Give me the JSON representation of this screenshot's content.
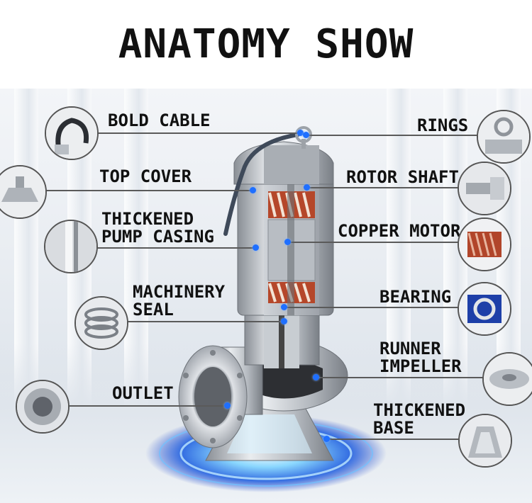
{
  "title": "ANATOMY SHOW",
  "labels": {
    "bold_cable": "BOLD CABLE",
    "top_cover": "TOP COVER",
    "thickened_pump_casing_1": "THICKENED",
    "thickened_pump_casing_2": "PUMP CASING",
    "machinery_seal_1": "MACHINERY",
    "machinery_seal_2": "SEAL",
    "outlet": "OUTLET",
    "rings": "RINGS",
    "rotor_shaft": "ROTOR SHAFT",
    "copper_motor": "COPPER MOTOR",
    "bearing": "BEARING",
    "runner_impeller_1": "RUNNER",
    "runner_impeller_2": "IMPELLER",
    "thickened_base_1": "THICKENED",
    "thickened_base_2": "BASE"
  },
  "colors": {
    "marker": "#1f6fff",
    "leader_line": "#5a5a5a",
    "title_text": "#111111"
  }
}
